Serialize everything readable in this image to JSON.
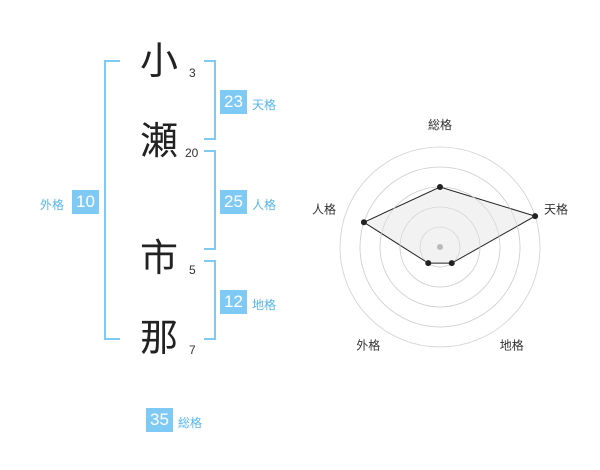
{
  "name": {
    "chars": [
      {
        "char": "小",
        "strokes": "3"
      },
      {
        "char": "瀬",
        "strokes": "20"
      },
      {
        "char": "市",
        "strokes": "5"
      },
      {
        "char": "那",
        "strokes": "7"
      }
    ]
  },
  "kaku": {
    "tenkaku": {
      "value": "23",
      "label": "天格"
    },
    "jinkaku": {
      "value": "25",
      "label": "人格"
    },
    "chikaku": {
      "value": "12",
      "label": "地格"
    },
    "gaikaku": {
      "value": "10",
      "label": "外格"
    },
    "soukaku": {
      "value": "35",
      "label": "総格"
    }
  },
  "colors": {
    "accent": "#7fc9f5",
    "accent_text": "#55b6ec",
    "radar_fill": "#f0f0f0",
    "radar_ring": "#d0d0d0",
    "radar_line": "#222222"
  },
  "chart_data": {
    "type": "radar",
    "axes": [
      "総格",
      "天格",
      "地格",
      "外格",
      "人格"
    ],
    "scale_max": 5,
    "rings": 5,
    "values": [
      3,
      5,
      1,
      1,
      4
    ]
  }
}
